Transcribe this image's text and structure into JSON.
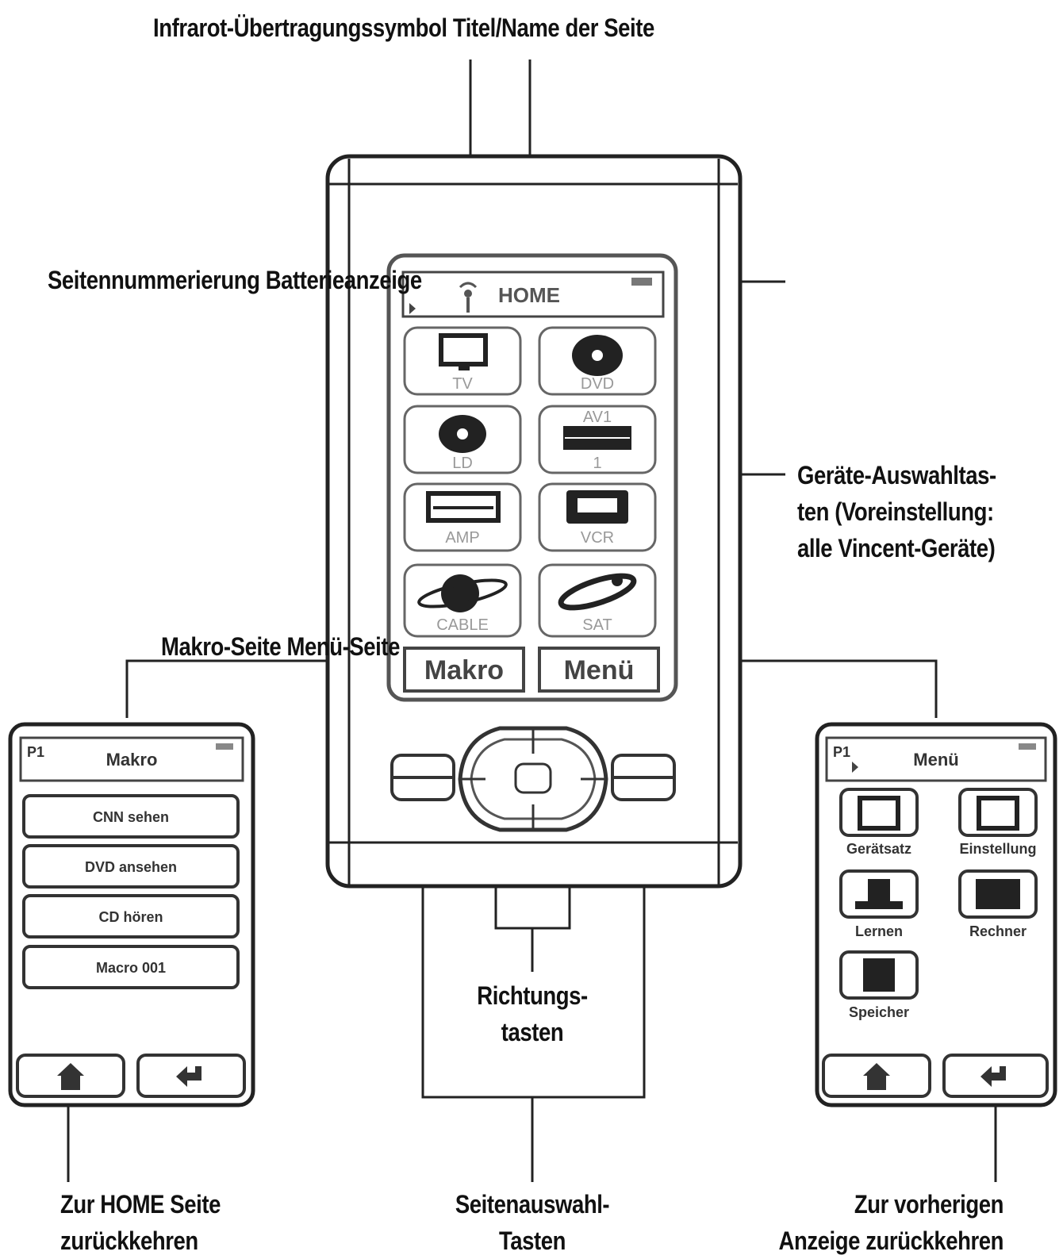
{
  "callouts": {
    "top": "Infrarot-Übertragungssymbol Titel/Name der Seite",
    "paging_battery": "Seitennummerierung Batterieanzeige",
    "device_keys": [
      "Geräte-Auswahltas-",
      "ten (Voreinstellung:",
      "alle Vincent-Geräte)"
    ],
    "macro_menu": "Makro-Seite Menü-Seite",
    "direction": [
      "Richtungs-",
      "tasten"
    ],
    "home_back": [
      "Zur HOME Seite",
      "zurückkehren"
    ],
    "page_select": [
      "Seitenauswahl-",
      "Tasten"
    ],
    "prev_back": [
      "Zur vorherigen",
      "Anzeige zurückkehren"
    ]
  },
  "main_screen": {
    "title": "HOME",
    "devices": [
      "TV",
      "DVD",
      "LD",
      "AV1",
      "AMP",
      "VCR",
      "CABLE",
      "SAT"
    ],
    "macro_label": "Makro",
    "menu_label": "Menü"
  },
  "macro_screen": {
    "page": "P1",
    "title": "Makro",
    "items": [
      "CNN sehen",
      "DVD ansehen",
      "CD hören",
      "Macro 001"
    ]
  },
  "menu_screen": {
    "page": "P1",
    "title": "Menü",
    "items": [
      "Gerätsatz",
      "Einstellung",
      "Lernen",
      "Rechner",
      "Speicher"
    ]
  },
  "icons": {
    "ir": "infrared-icon",
    "battery": "battery-icon",
    "home": "home-icon",
    "back": "back-arrow-icon"
  }
}
